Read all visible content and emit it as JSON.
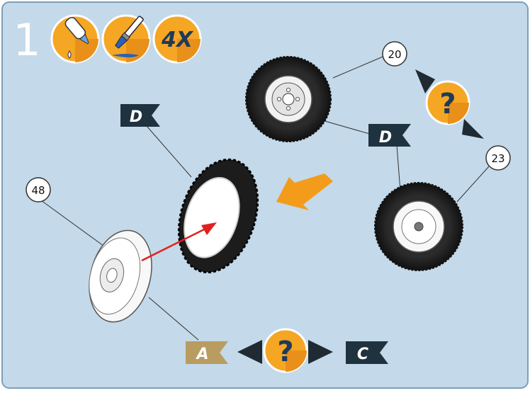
{
  "step": {
    "number": "1"
  },
  "icons": {
    "glue": "glue-icon",
    "paint": "paint-brush-icon",
    "quantity": "4X"
  },
  "parts": {
    "p20": "20",
    "p23": "23",
    "p48": "48"
  },
  "flags": {
    "top_d": "D",
    "mid_d": "D",
    "a": "A",
    "c": "C"
  },
  "question_mark": "?",
  "colors": {
    "panel": "#c4d9e9",
    "panel_border": "#7b9fbb",
    "icon_orange": "#f5a623",
    "flag_dark": "#1f3240",
    "flag_gold": "#b99c60",
    "arrow_orange": "#f39c1b",
    "arrow_red": "#e02020"
  }
}
